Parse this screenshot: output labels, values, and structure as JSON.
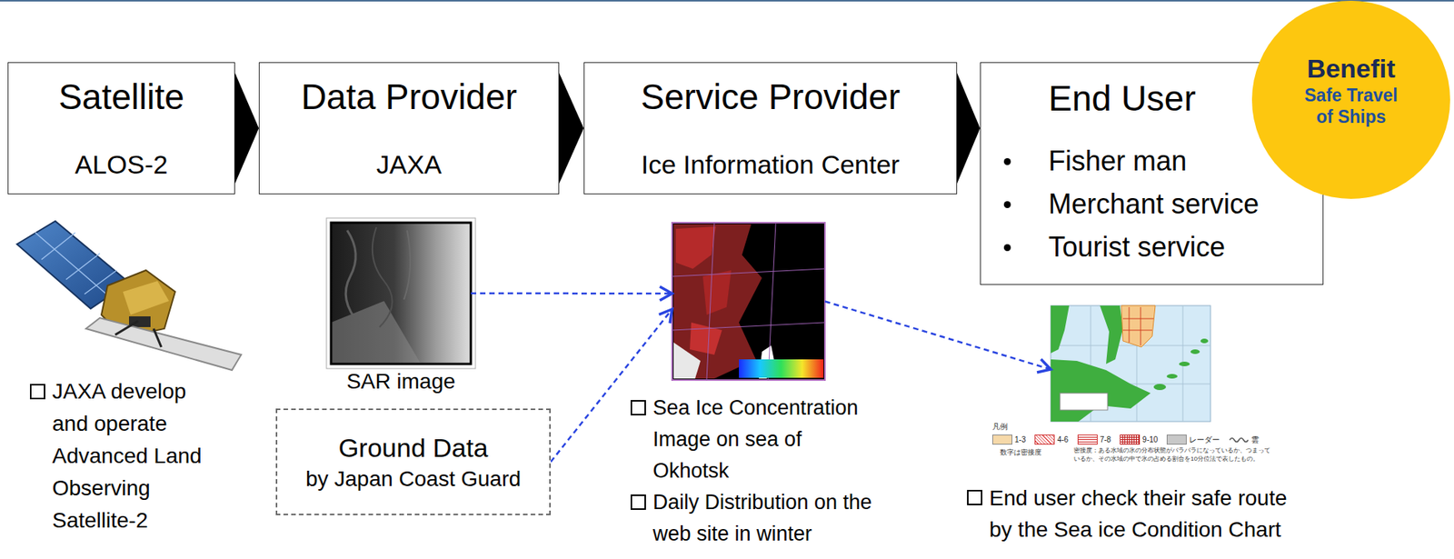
{
  "diagram": {
    "nodes": [
      {
        "text": [
          "Satellite",
          "ALOS-2"
        ]
      },
      {
        "text": [
          "Data Provider",
          "JAXA"
        ]
      },
      {
        "text": [
          "Service Provider",
          "Ice Information Center"
        ]
      },
      {
        "text": [
          "End User",
          "Fisher man",
          "Merchant service",
          "Tourist service"
        ]
      },
      {
        "text": [
          "Benefit",
          "Safe Travel of Ships"
        ]
      },
      {
        "text": [
          "SAR image"
        ]
      },
      {
        "text": [
          "Ground Data",
          "by Japan Coast Guard"
        ]
      },
      {
        "text": [
          "Sea Ice Concentration Image on sea of Okhotsk",
          "Daily Distribution on the web site in winter"
        ]
      },
      {
        "text": [
          "End user check their safe route by the Sea ice Condition Chart"
        ]
      }
    ],
    "edges": [
      {
        "from": 0,
        "to": 1,
        "arrow": "to"
      },
      {
        "from": 1,
        "to": 2,
        "arrow": "to"
      },
      {
        "from": 2,
        "to": 3,
        "arrow": "to"
      },
      {
        "from": 5,
        "to": 7,
        "arrow": "to"
      },
      {
        "from": 6,
        "to": 7,
        "arrow": "to"
      },
      {
        "from": 7,
        "to": 8,
        "arrow": "to"
      }
    ],
    "labels": [
      "JAXA develop and operate Advanced Land Observing Satellite-2",
      "凡例",
      "数字は密接度",
      "密接度：ある水域の氷の分布状態がバラバラになっているか、つまっているか、その水域の中で氷の占める割合を10分位法で表したもの。"
    ],
    "legend": [
      {
        "text": "1-3",
        "color": "#f6d9a9"
      },
      {
        "text": "4-6"
      },
      {
        "text": "7-8"
      },
      {
        "text": "9-10"
      },
      {
        "text": "レーダー",
        "color": "#c8c8c8"
      },
      {
        "text": "雲"
      }
    ]
  }
}
